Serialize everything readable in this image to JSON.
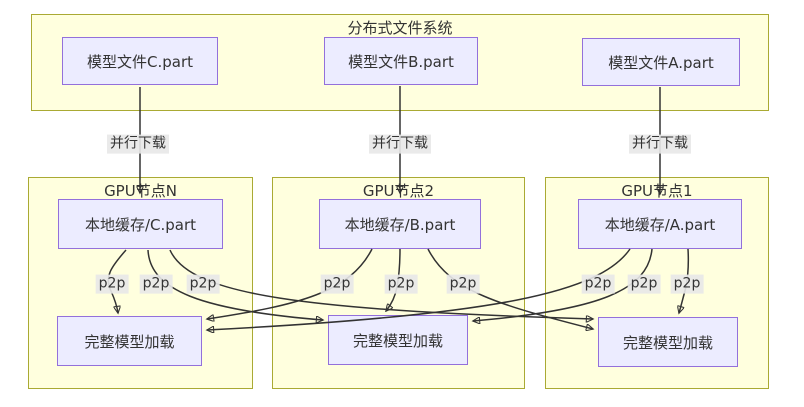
{
  "diagram": {
    "file_system_cluster": {
      "title": "分布式文件系统",
      "files": [
        {
          "label": "模型文件C.part"
        },
        {
          "label": "模型文件B.part"
        },
        {
          "label": "模型文件A.part"
        }
      ]
    },
    "download_edge_label": "并行下载",
    "p2p_edge_label": "p2p",
    "gpu_clusters": [
      {
        "title": "GPU节点N",
        "cache_label": "本地缓存/C.part",
        "load_label": "完整模型加载"
      },
      {
        "title": "GPU节点2",
        "cache_label": "本地缓存/B.part",
        "load_label": "完整模型加载"
      },
      {
        "title": "GPU节点1",
        "cache_label": "本地缓存/A.part",
        "load_label": "完整模型加载"
      }
    ],
    "colors": {
      "cluster_fill": "#ffffde",
      "cluster_border": "#aaaa33",
      "node_fill": "#ececff",
      "node_border": "#9370db",
      "edge_color": "#333333",
      "edge_label_bg": "#e8e8e8",
      "text_color": "#333333",
      "background": "#ffffff"
    }
  }
}
